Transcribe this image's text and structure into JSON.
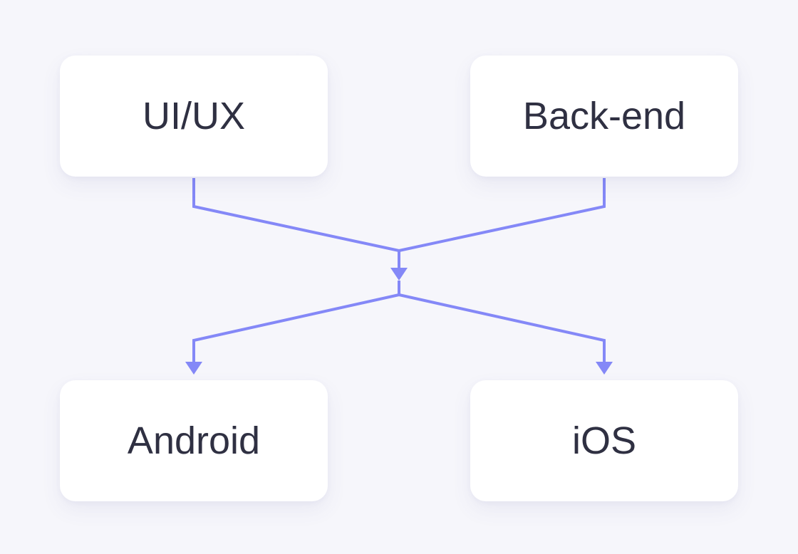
{
  "diagram": {
    "connector_color": "#8488f7",
    "nodes": {
      "uiux": {
        "label": "UI/UX"
      },
      "backend": {
        "label": "Back-end"
      },
      "android": {
        "label": "Android"
      },
      "ios": {
        "label": "iOS"
      }
    }
  }
}
